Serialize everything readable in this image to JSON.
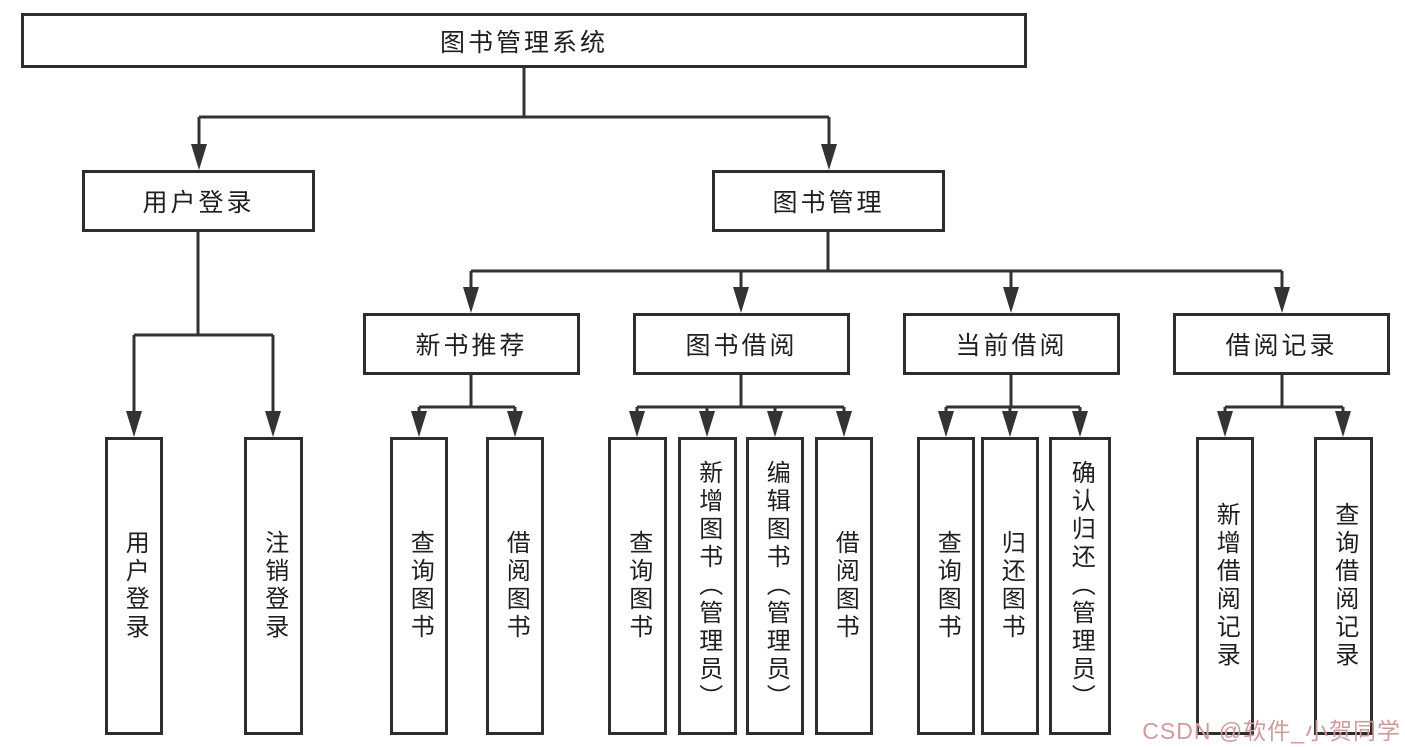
{
  "tree": {
    "root_label": "图书管理系统",
    "branches": [
      {
        "label": "用户登录",
        "leaves": [
          {
            "label": "用户登录"
          },
          {
            "label": "注销登录"
          }
        ]
      },
      {
        "label": "图书管理",
        "groups": [
          {
            "label": "新书推荐",
            "leaves": [
              {
                "label": "查询图书"
              },
              {
                "label": "借阅图书"
              }
            ]
          },
          {
            "label": "图书借阅",
            "leaves": [
              {
                "label": "查询图书"
              },
              {
                "label": "新增图书（管理员）"
              },
              {
                "label": "编辑图书（管理员）"
              },
              {
                "label": "借阅图书"
              }
            ]
          },
          {
            "label": "当前借阅",
            "leaves": [
              {
                "label": "查询图书"
              },
              {
                "label": "归还图书"
              },
              {
                "label": "确认归还（管理员）"
              }
            ]
          },
          {
            "label": "借阅记录",
            "leaves": [
              {
                "label": "新增借阅记录"
              },
              {
                "label": "查询借阅记录"
              }
            ]
          }
        ]
      }
    ]
  },
  "watermark": {
    "text": "CSDN @软件_小贺同学",
    "color": "#cf9b9b"
  },
  "colors": {
    "line": "#333333",
    "box_border": "#2d2d2d",
    "text": "#1f1f1f",
    "background": "#ffffff"
  }
}
